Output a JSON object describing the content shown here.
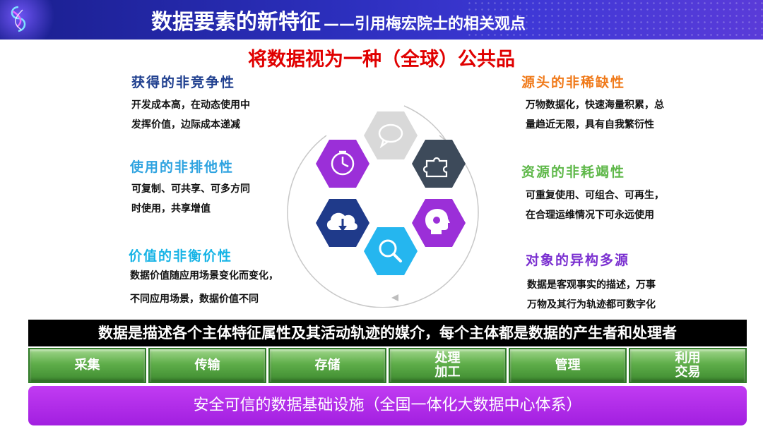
{
  "header": {
    "title_main": "数据要素的新特征",
    "title_sub": "——引用梅宏院士的相关观点"
  },
  "subtitle": "将数据视为一种（全球）公共品",
  "colors": {
    "header_bg": "#2c2fbd",
    "subtitle": "#e00000",
    "left_title_1": "#1f3f8f",
    "left_title_2": "#2ea3e0",
    "left_title_3": "#17b4e6",
    "right_title_1": "#f07a1a",
    "right_title_2": "#5fb84a",
    "right_title_3": "#7a2fd0",
    "step_green": "#5fae4a",
    "footer_purple": "#a21fe0"
  },
  "properties": {
    "left": [
      {
        "title": "获得的非竞争性",
        "lines": [
          "开发成本高，在动态使用中",
          "发挥价值，边际成本递减"
        ]
      },
      {
        "title": "使用的非排他性",
        "lines": [
          "可复制、可共享、可多方同",
          "时使用，共享增值"
        ]
      },
      {
        "title": "价值的非衡价性",
        "lines": [
          "数据价值随应用场景变化而变化，",
          "不同应用场景，数据价值不同"
        ]
      }
    ],
    "right": [
      {
        "title": "源头的非稀缺性",
        "lines": [
          "万物数据化，快速海量积累，总",
          "量趋近无限，具有自我繁衍性"
        ]
      },
      {
        "title": "资源的非耗竭性",
        "lines": [
          "可重复使用、可组合、可再生，",
          "在合理运维情况下可永远使用"
        ]
      },
      {
        "title": "对象的异构多源",
        "lines": [
          "数据是客观事实的描述，万事",
          "万物及其行为轨迹都可数字化"
        ]
      }
    ]
  },
  "hexagons": [
    {
      "icon": "speech-bubble-icon",
      "color": "#d9d9d9"
    },
    {
      "icon": "puzzle-icon",
      "color": "#3d4a5a"
    },
    {
      "icon": "head-puzzle-icon",
      "color": "#9b2fd8"
    },
    {
      "icon": "magnifier-icon",
      "color": "#25b6ef"
    },
    {
      "icon": "cloud-download-icon",
      "color": "#1f3a8a"
    },
    {
      "icon": "clock-icon",
      "color": "#9b2fd8"
    }
  ],
  "banner": "数据是描述各个主体特征属性及其活动轨迹的媒介，每个主体都是数据的产生者和处理者",
  "steps": [
    {
      "line1": "采集",
      "line2": ""
    },
    {
      "line1": "传输",
      "line2": ""
    },
    {
      "line1": "存储",
      "line2": ""
    },
    {
      "line1": "处理",
      "line2": "加工"
    },
    {
      "line1": "管理",
      "line2": ""
    },
    {
      "line1": "利用",
      "line2": "交易"
    }
  ],
  "footer": "安全可信的数据基础设施（全国一体化大数据中心体系）"
}
